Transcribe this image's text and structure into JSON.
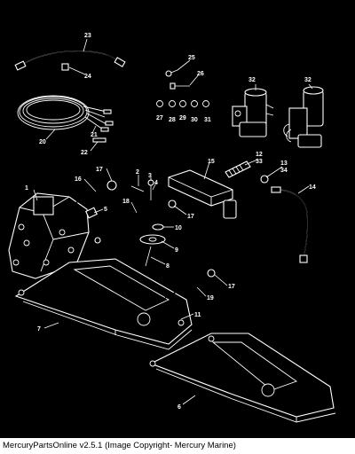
{
  "diagram": {
    "callouts": [
      "1",
      "2",
      "3",
      "4",
      "5",
      "6",
      "7",
      "8",
      "9",
      "10",
      "11",
      "12",
      "13",
      "14",
      "15",
      "16",
      "17",
      "17",
      "17",
      "17",
      "18",
      "19",
      "20",
      "21",
      "22",
      "23",
      "24",
      "25",
      "26",
      "27",
      "28",
      "29",
      "30",
      "31",
      "32",
      "32",
      "33",
      "34"
    ]
  },
  "footer": {
    "caption": "MercuryPartsOnline v2.5.1 (Image Copyright- Mercury Marine)"
  },
  "colors": {
    "background": "#000000",
    "line": "#ffffff",
    "footer_bg": "#ffffff",
    "footer_text": "#000000"
  }
}
